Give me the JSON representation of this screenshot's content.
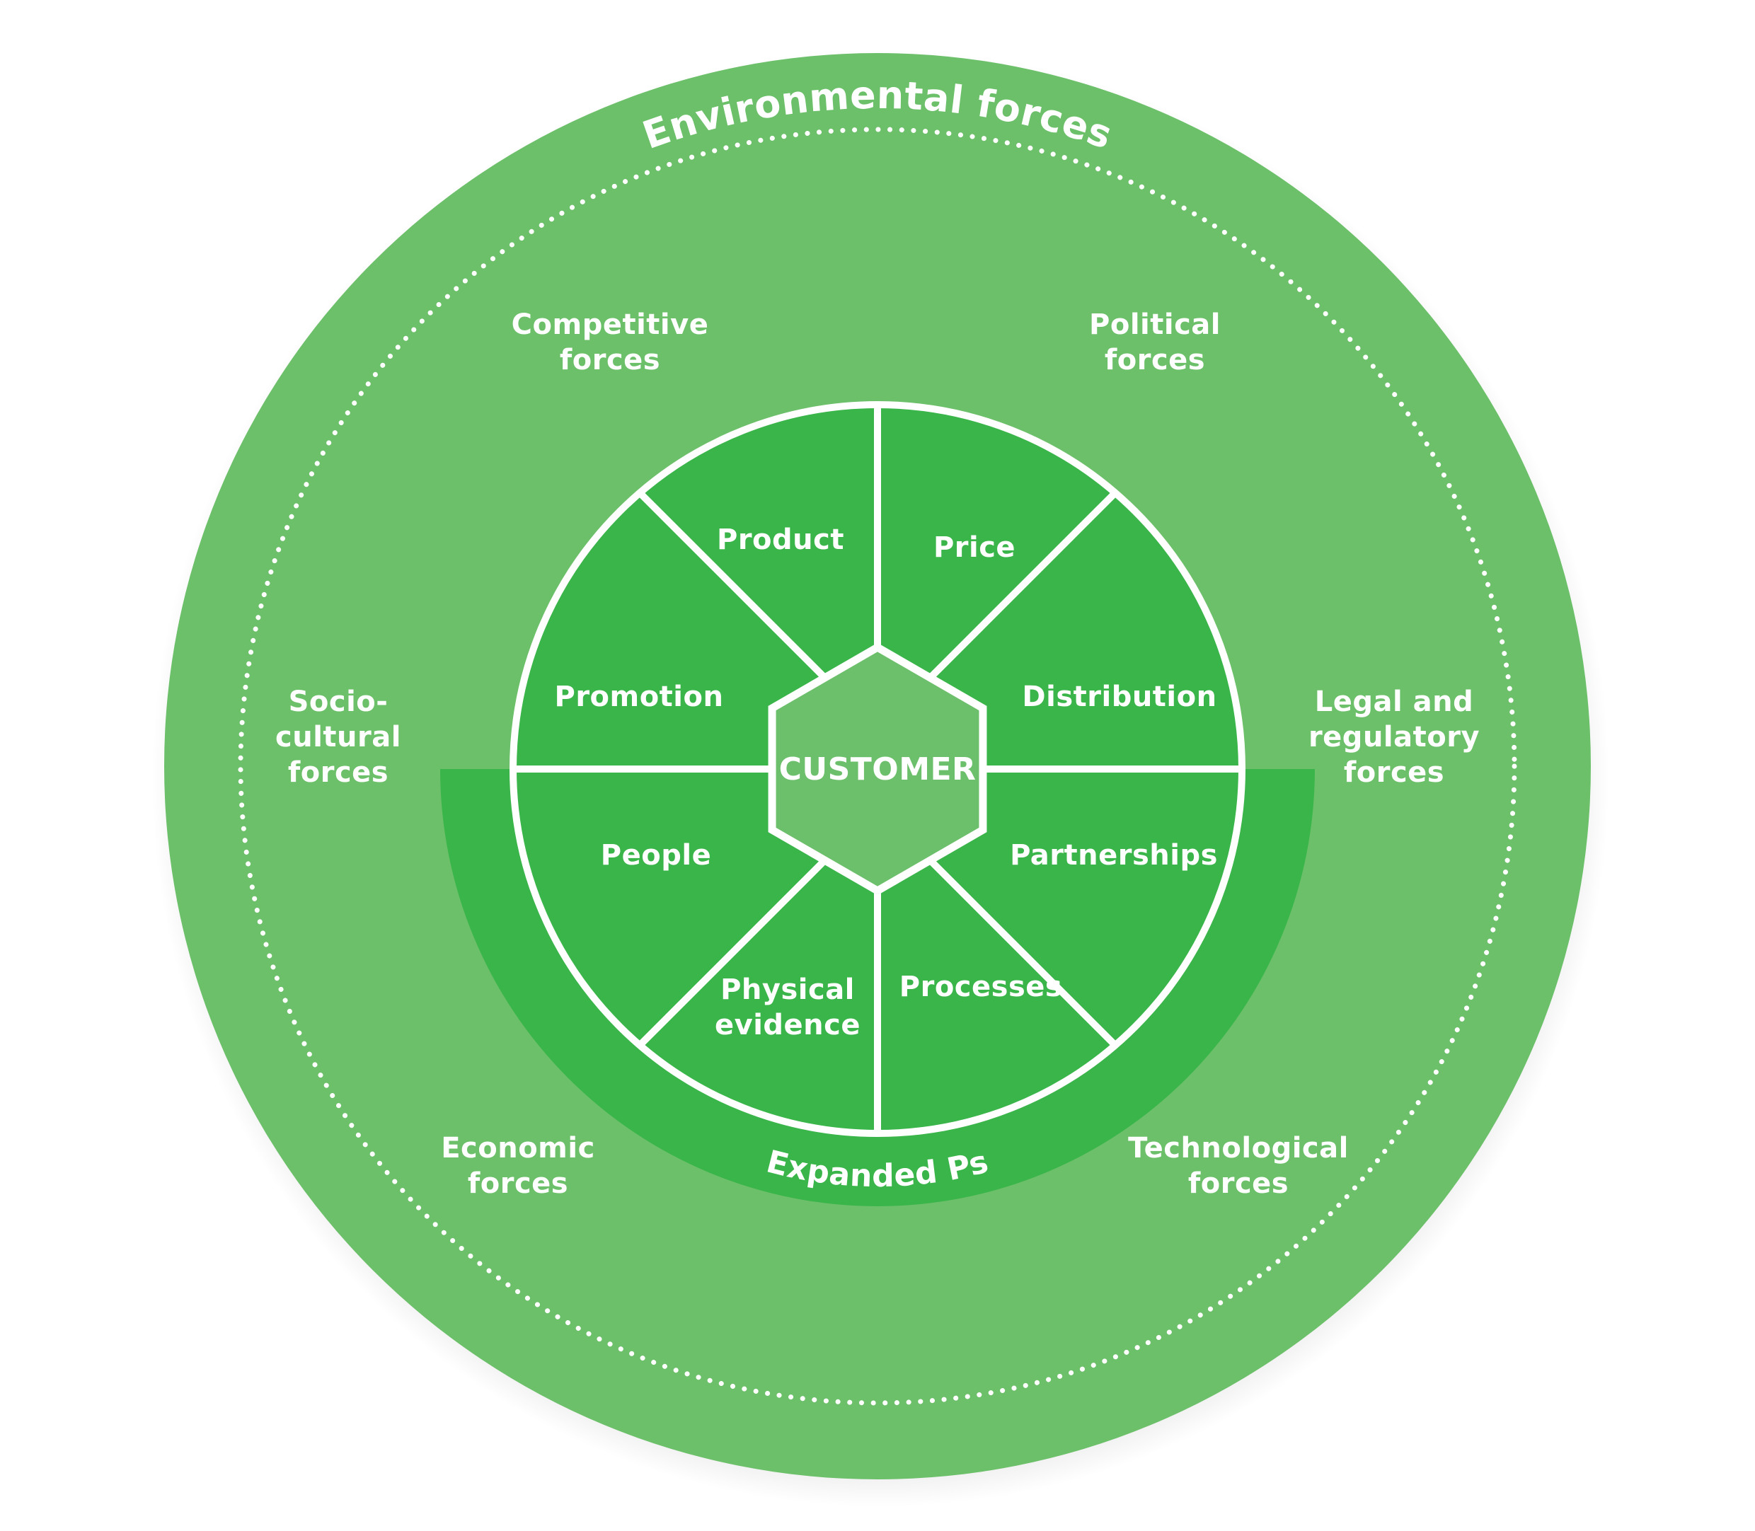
{
  "diagram": {
    "title": "Environmental forces",
    "center": {
      "label": "CUSTOMER"
    },
    "core_ps": [
      "Product",
      "Price",
      "Promotion",
      "Distribution"
    ],
    "expanded_ps_label": "Expanded Ps",
    "wedges": [
      {
        "id": "product",
        "lines": [
          "Product"
        ]
      },
      {
        "id": "price",
        "lines": [
          "Price"
        ]
      },
      {
        "id": "distribution",
        "lines": [
          "Distribution"
        ]
      },
      {
        "id": "partnerships",
        "lines": [
          "Partnerships"
        ]
      },
      {
        "id": "processes",
        "lines": [
          "Processes"
        ]
      },
      {
        "id": "physical-evidence",
        "lines": [
          "Physical",
          "evidence"
        ]
      },
      {
        "id": "people",
        "lines": [
          "People"
        ]
      },
      {
        "id": "promotion",
        "lines": [
          "Promotion"
        ]
      }
    ],
    "forces": [
      {
        "id": "competitive",
        "lines": [
          "Competitive",
          "forces"
        ]
      },
      {
        "id": "political",
        "lines": [
          "Political",
          "forces"
        ]
      },
      {
        "id": "socio-cultural",
        "lines": [
          "Socio-",
          "cultural",
          "forces"
        ]
      },
      {
        "id": "legal-regulatory",
        "lines": [
          "Legal and",
          "regulatory",
          "forces"
        ]
      },
      {
        "id": "economic",
        "lines": [
          "Economic",
          "forces"
        ]
      },
      {
        "id": "technological",
        "lines": [
          "Technological",
          "forces"
        ]
      }
    ],
    "colors": {
      "outer_ring": "#6cc06a",
      "inner_segments": "#3ab54a",
      "hexagon": "#6cc06b",
      "text_and_lines": "#ffffff"
    }
  }
}
